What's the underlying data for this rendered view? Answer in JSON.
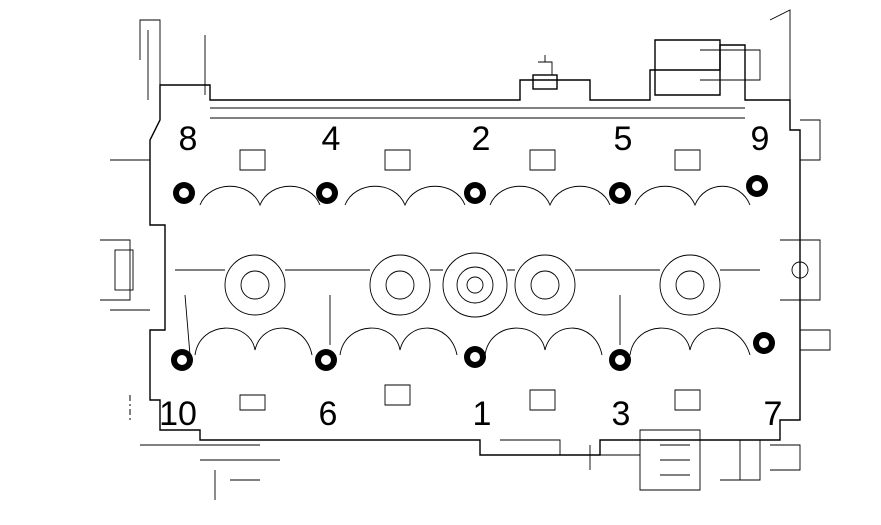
{
  "bolts": [
    {
      "label": "8"
    },
    {
      "label": "4"
    },
    {
      "label": "2"
    },
    {
      "label": "5"
    },
    {
      "label": "9"
    },
    {
      "label": "10"
    },
    {
      "label": "6"
    },
    {
      "label": "1"
    },
    {
      "label": "3"
    },
    {
      "label": "7"
    }
  ],
  "colors": {
    "line": "#000000",
    "background": "#ffffff"
  }
}
